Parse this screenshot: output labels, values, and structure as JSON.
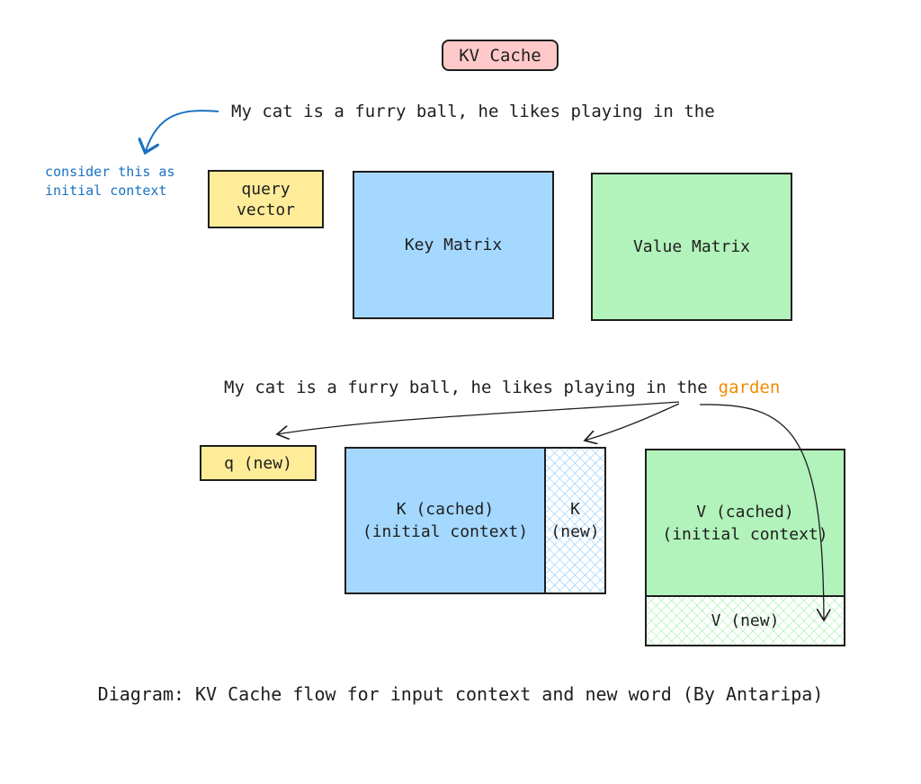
{
  "title": "KV Cache",
  "top_section": {
    "sentence": "My cat is a furry ball, he likes playing in the",
    "note": "consider this as\ninitial context",
    "query_box": "query\nvector",
    "key_matrix": "Key Matrix",
    "value_matrix": "Value Matrix"
  },
  "bottom_section": {
    "sentence": "My cat is a furry ball, he likes playing in the",
    "new_word": "garden",
    "q_new": "q (new)",
    "k_cached": "K (cached)\n(initial context)",
    "k_new": "K\n(new)",
    "v_cached": "V (cached)\n(initial context)",
    "v_new": "V (new)"
  },
  "caption": "Diagram: KV Cache flow for input context and new word (By Antaripa)",
  "colors": {
    "query": "#ffec99",
    "key": "#a5d8ff",
    "value": "#b2f2bb",
    "title_bg": "#ffc9c9",
    "note": "#1971c2",
    "new_word": "#f08c00",
    "stroke": "#1e1e1e"
  }
}
